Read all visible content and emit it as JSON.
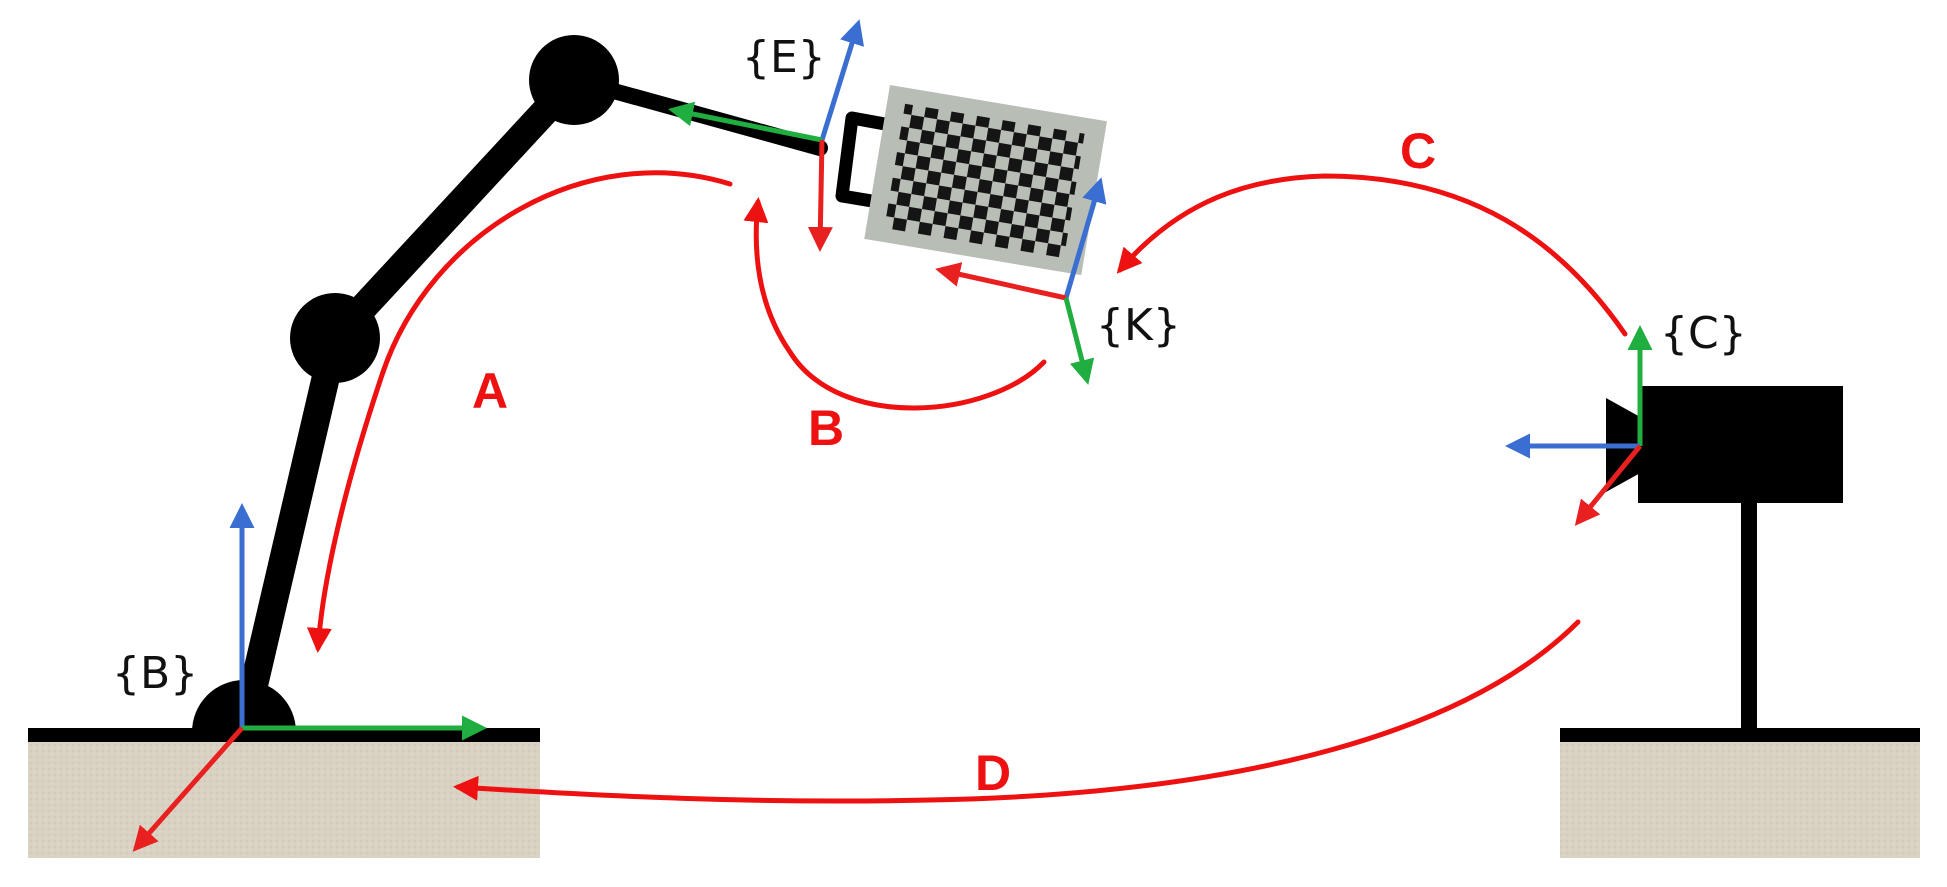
{
  "frames": {
    "base": "{B}",
    "end_effector": "{E}",
    "checkerboard": "{K}",
    "camera": "{C}"
  },
  "transforms": {
    "a": "A",
    "b": "B",
    "c": "C",
    "d": "D"
  },
  "colors": {
    "transform_arrow": "#ee1111",
    "axis_x": "#e82020",
    "axis_y": "#1fae3f",
    "axis_z": "#3a6fd1",
    "robot": "#000000",
    "ground": "#d9d2c3",
    "checkerboard_bg": "#b8bdb6"
  }
}
